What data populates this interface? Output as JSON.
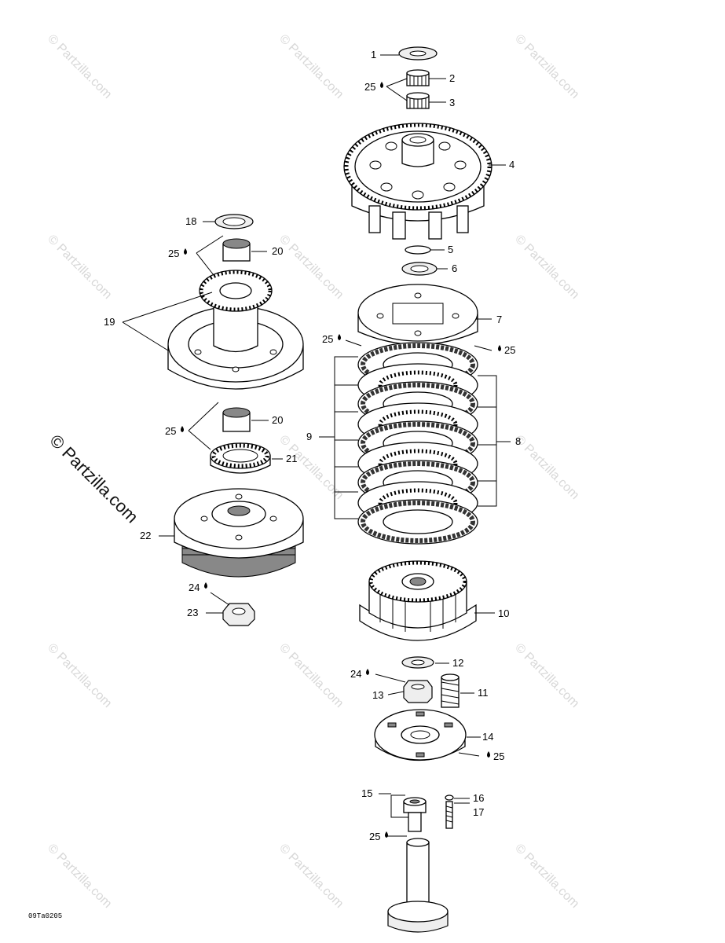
{
  "watermark": {
    "text": "© Partzilla.com",
    "main_text": "© Partzilla.com"
  },
  "drawing_code": "09Ta0205",
  "callouts": {
    "c1": "1",
    "c2": "2",
    "c3": "3",
    "c4": "4",
    "c5": "5",
    "c6": "6",
    "c7": "7",
    "c8": "8",
    "c9": "9",
    "c10": "10",
    "c11": "11",
    "c12": "12",
    "c13": "13",
    "c14": "14",
    "c15": "15",
    "c16": "16",
    "c17": "17",
    "c18": "18",
    "c19": "19",
    "c20a": "20",
    "c20b": "20",
    "c21": "21",
    "c22": "22",
    "c23": "23",
    "c24a": "24",
    "c24b": "24",
    "c25a": "25",
    "c25b": "25",
    "c25c": "25",
    "c25d": "25",
    "c25e": "25",
    "c25f": "25",
    "c25g": "25"
  },
  "icons": {
    "lubricant": "oil-drop-icon"
  }
}
